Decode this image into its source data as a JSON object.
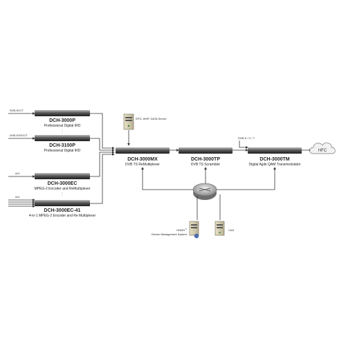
{
  "devices": {
    "dch3000p": {
      "title": "DCH-3000P",
      "subtitle": "Professional Digital IRD",
      "input": "DVB-S/C/T"
    },
    "dch3100p": {
      "title": "DCH-3100P",
      "subtitle": "Professional Digital IRD",
      "input": "DVB-S/S2/C/T"
    },
    "dch3000ec": {
      "title": "DCH-3000EC",
      "subtitle": "MPEG-2 Encoder and ReMultiplexer",
      "input": "A/V"
    },
    "dch3000ec41": {
      "title": "DCH-3000EC-41",
      "subtitle": "4-in-1 MPEG-2 Encoder and Re Multiplexer",
      "input": "A/V"
    },
    "dch3000mx": {
      "title": "DCH-3000MX",
      "subtitle": "DVB TS ReMultiplexer"
    },
    "dch3000tp": {
      "title": "DCH-3000TP",
      "subtitle": "DVB TS Scrambler"
    },
    "dch3000tm": {
      "title": "DCH-3000TM",
      "subtitle": "Digital Agile QAM Transmodulator",
      "input": "DVB-S / C / T"
    }
  },
  "servers": {
    "epg": {
      "label": "EPG, WHP, DATA Server"
    },
    "hdms": {
      "label": "HDMS",
      "trademark": "™",
      "sublabel": "Device Management System"
    },
    "cas": {
      "label": "CAS"
    }
  },
  "cloud": {
    "label": "HFC"
  },
  "colors": {
    "chassis_dark": "#2b2b2b",
    "chassis_light": "#9a9a9a",
    "line": "#333333",
    "cloud_fill": "#f2f2f2"
  }
}
